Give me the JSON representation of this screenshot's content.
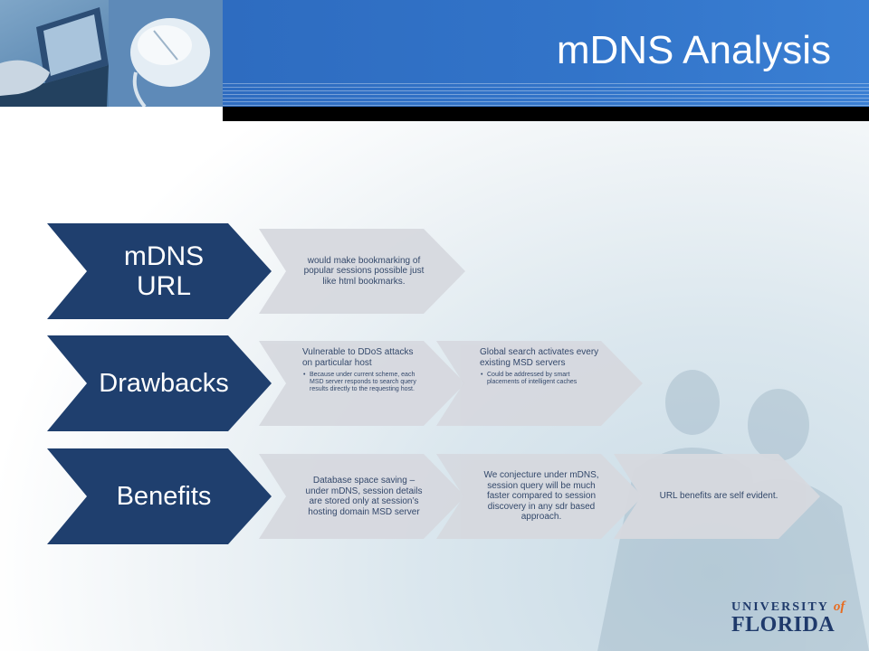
{
  "slide": {
    "title": "mDNS Analysis"
  },
  "rows": [
    {
      "label": "mDNS URL",
      "items": [
        {
          "text": "would make bookmarking of popular sessions possible just like html bookmarks.",
          "sub": ""
        }
      ]
    },
    {
      "label": "Drawbacks",
      "items": [
        {
          "text": "Vulnerable to DDoS attacks on particular host",
          "sub": "Because under current scheme, each MSD server responds to search query results directly to the requesting host."
        },
        {
          "text": "Global search activates every existing MSD servers",
          "sub": "Could be addressed by smart placements of intelligent caches"
        }
      ]
    },
    {
      "label": "Benefits",
      "items": [
        {
          "text": "Database space saving – under mDNS, session details are stored only at session’s hosting domain MSD server",
          "sub": ""
        },
        {
          "text": "We conjecture under mDNS, session query will be much faster compared to session discovery in any sdr based approach.",
          "sub": ""
        },
        {
          "text": "URL benefits are self evident.",
          "sub": ""
        }
      ]
    }
  ],
  "logo": {
    "top": "UNIVERSITY",
    "of": "of",
    "bottom": "FLORIDA"
  },
  "colors": {
    "header_blue": "#3274c9",
    "lead_navy": "#1f3f6e",
    "chevron_gray": "#d6d9df"
  }
}
